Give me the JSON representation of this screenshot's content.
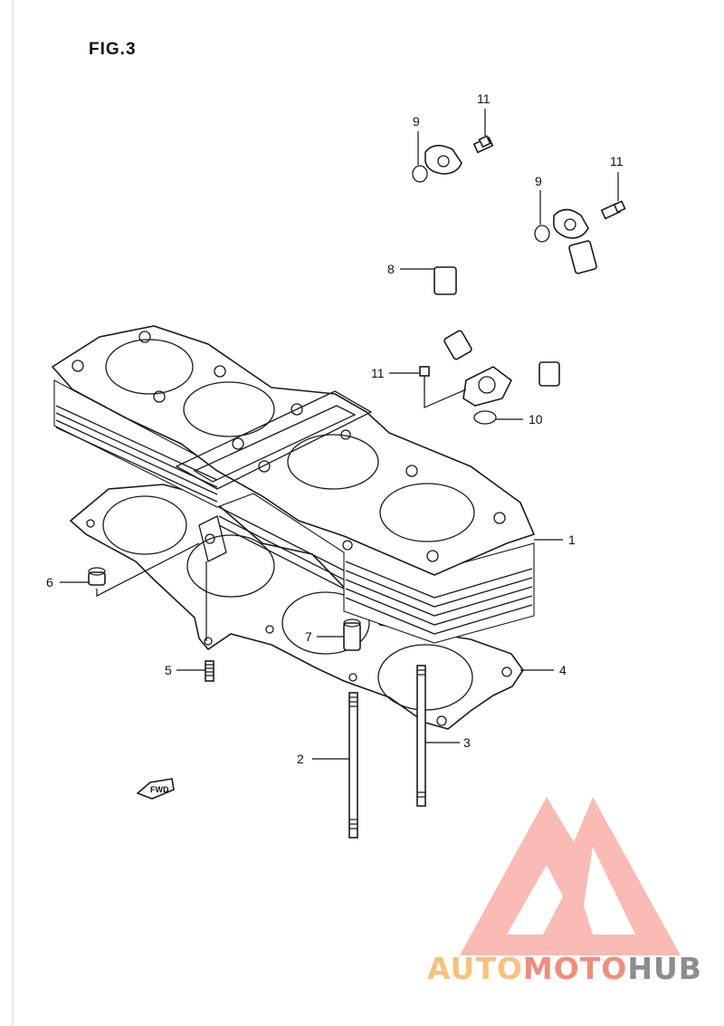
{
  "figure": {
    "title": "FIG.3"
  },
  "callouts": [
    {
      "id": "c1",
      "label": "1"
    },
    {
      "id": "c2",
      "label": "2"
    },
    {
      "id": "c3",
      "label": "3"
    },
    {
      "id": "c4",
      "label": "4"
    },
    {
      "id": "c5",
      "label": "5"
    },
    {
      "id": "c6",
      "label": "6"
    },
    {
      "id": "c7",
      "label": "7"
    },
    {
      "id": "c8",
      "label": "8"
    },
    {
      "id": "c9a",
      "label": "9"
    },
    {
      "id": "c9b",
      "label": "9"
    },
    {
      "id": "c10",
      "label": "10"
    },
    {
      "id": "c11a",
      "label": "11"
    },
    {
      "id": "c11b",
      "label": "11"
    },
    {
      "id": "c11c",
      "label": "11"
    }
  ],
  "fwd_marker": {
    "label": "FWD"
  },
  "watermark": {
    "part1": "AUTO",
    "part2": "MOTO",
    "part3": "HUB",
    "colors": {
      "auto": "#f6c27d",
      "moto": "#f08e7d",
      "hub": "#8d8d8d",
      "logo": "#f47a6e"
    }
  }
}
